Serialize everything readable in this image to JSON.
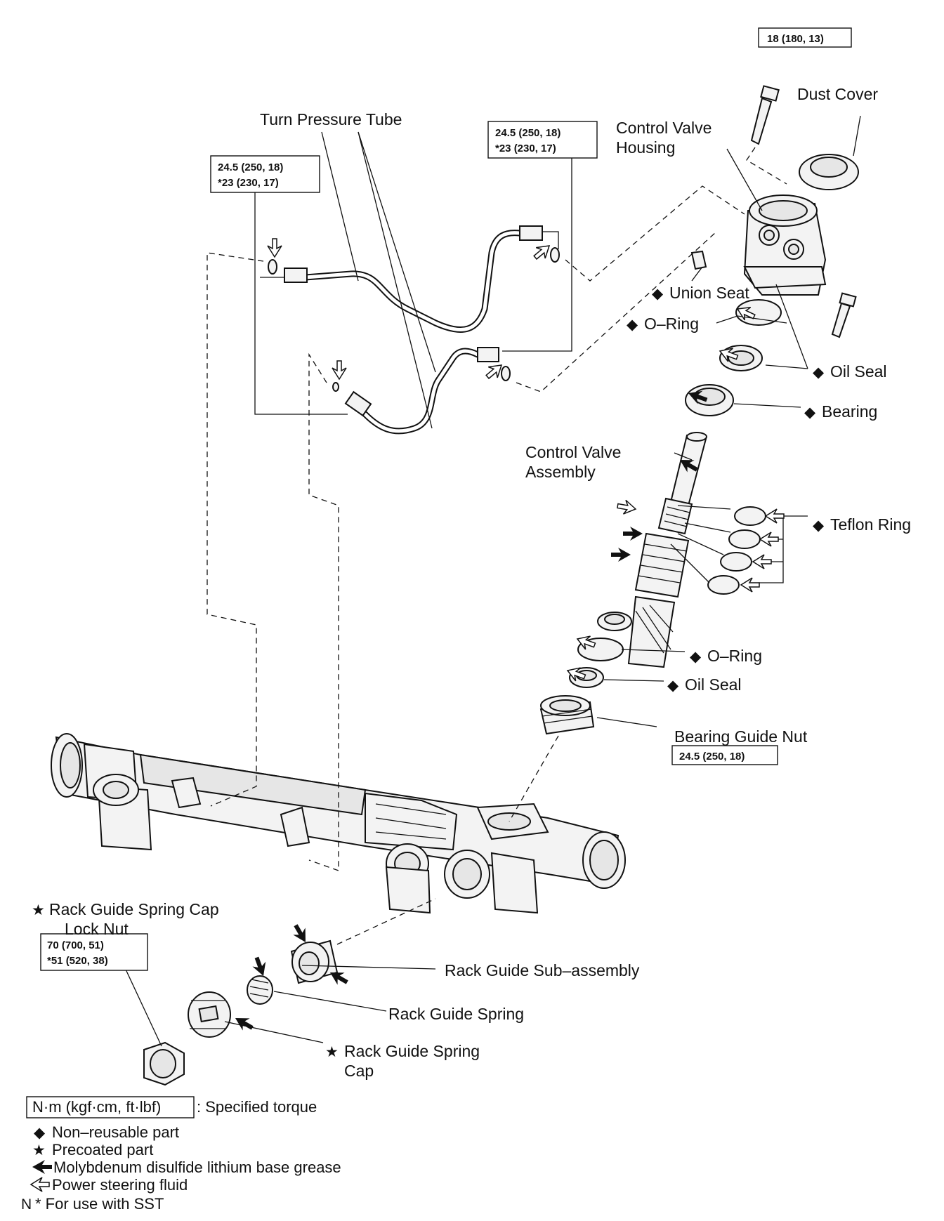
{
  "labels": {
    "turn_pressure_tube": "Turn Pressure Tube",
    "dust_cover": "Dust Cover",
    "control_valve_housing_1": "Control Valve",
    "control_valve_housing_2": "Housing",
    "union_seat": "Union Seat",
    "o_ring_upper": "O–Ring",
    "oil_seal_upper": "Oil Seal",
    "bearing": "Bearing",
    "control_valve_assembly_1": "Control Valve",
    "control_valve_assembly_2": "Assembly",
    "teflon_ring": "Teflon Ring",
    "o_ring_lower": "O–Ring",
    "oil_seal_lower": "Oil Seal",
    "bearing_guide_nut": "Bearing Guide Nut",
    "rack_guide_spring_cap_lock_nut_1": "Rack Guide Spring Cap",
    "rack_guide_spring_cap_lock_nut_2": "Lock Nut",
    "rack_guide_sub_assembly": "Rack Guide Sub–assembly",
    "rack_guide_spring": "Rack Guide Spring",
    "rack_guide_spring_cap_1": "Rack Guide Spring",
    "rack_guide_spring_cap_2": "Cap"
  },
  "markers": {
    "non_reusable": "◆",
    "precoated": "★"
  },
  "torques": {
    "housing_bolt": "18 (180, 13)",
    "tube_right_1": "24.5 (250, 18)",
    "tube_right_2": "*23 (230, 17)",
    "tube_left_1": "24.5 (250, 18)",
    "tube_left_2": "*23 (230, 17)",
    "bearing_guide_nut": "24.5 (250, 18)",
    "lock_nut_1": "70 (700, 51)",
    "lock_nut_2": "*51 (520, 38)"
  },
  "legend": {
    "unit_box": "N·m (kgf·cm, ft·lbf)",
    "unit_desc": ": Specified torque",
    "non_reusable": "Non–reusable part",
    "precoated": "Precoated part",
    "grease": "Molybdenum disulfide lithium base grease",
    "fluid": "Power steering fluid",
    "sst_prefix": "N",
    "sst": "* For use with SST"
  }
}
